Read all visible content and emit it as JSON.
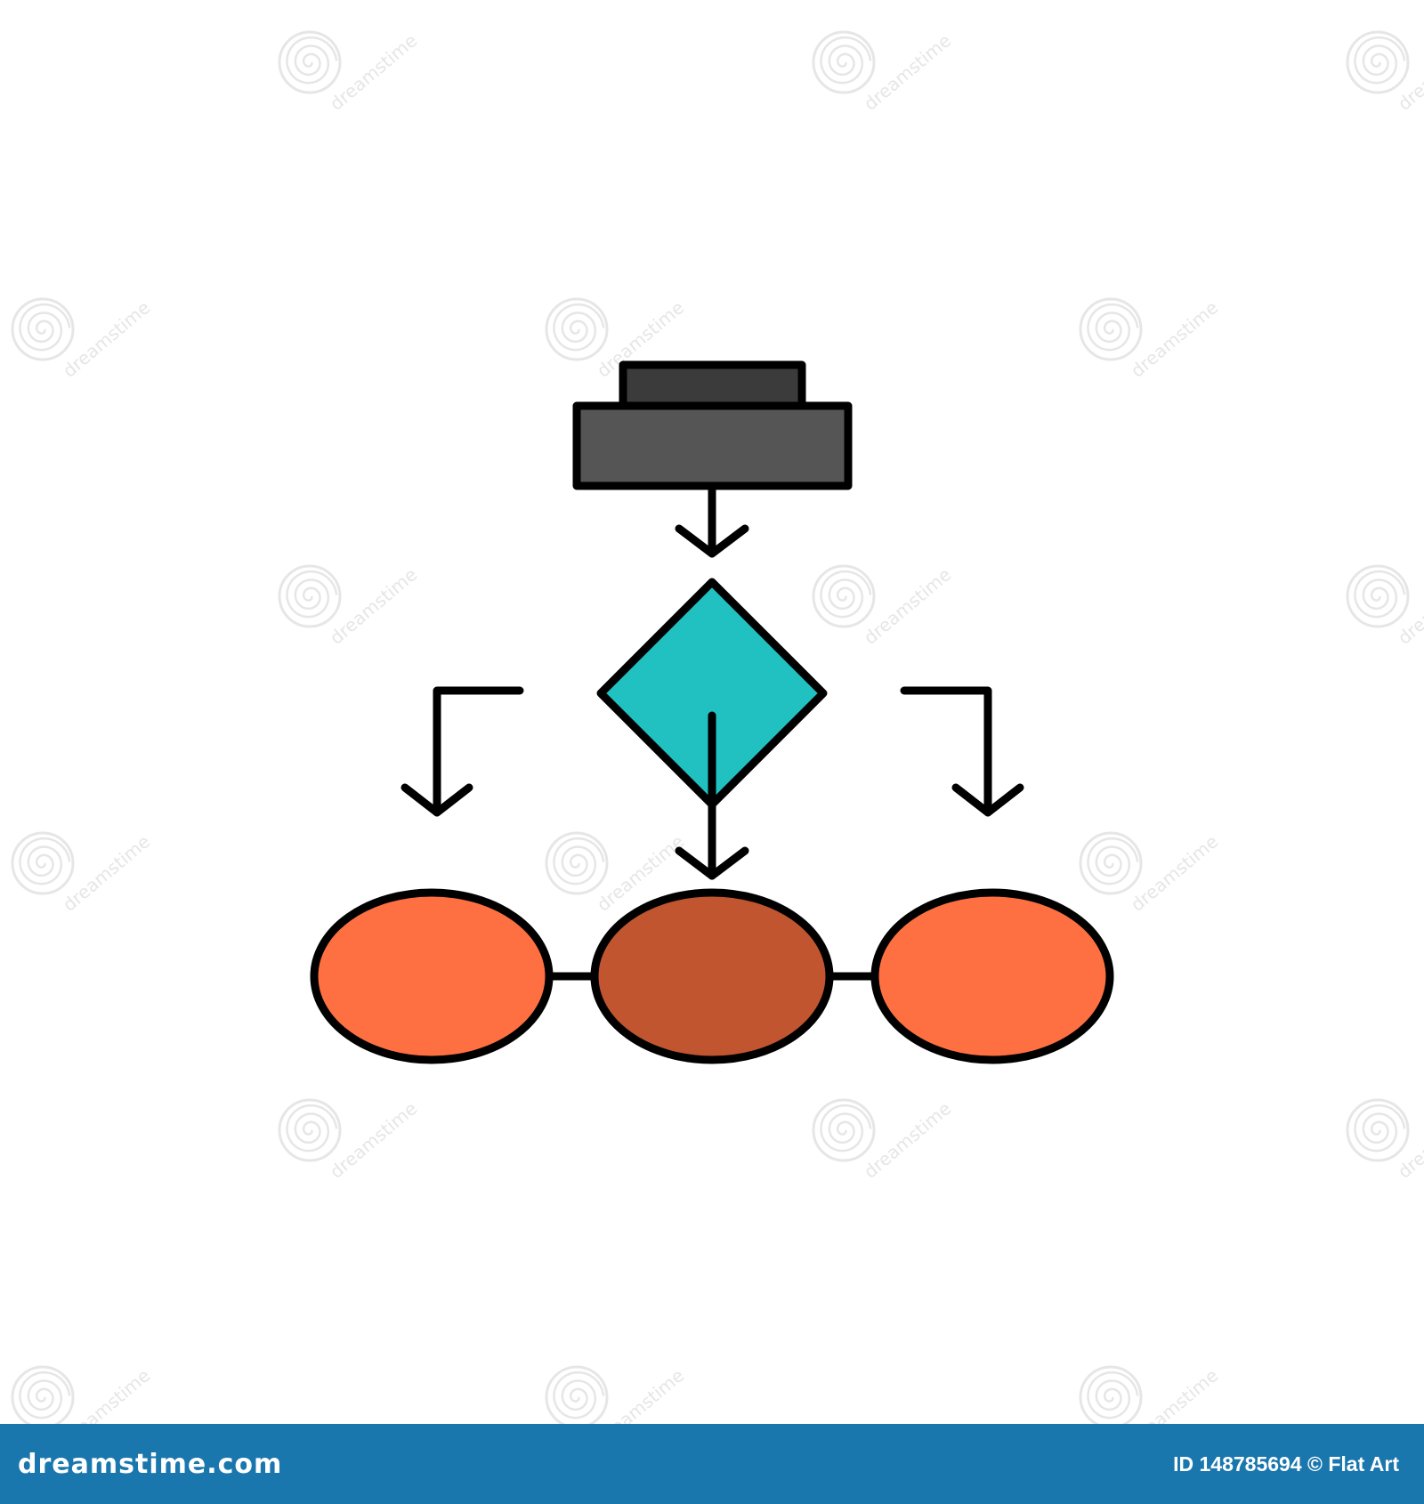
{
  "colors": {
    "background": "#ffffff",
    "outline": "#000000",
    "header_top": "#3b3b3b",
    "header_bottom": "#555555",
    "decision": "#21c1c1",
    "ellipse_side": "#fe7041",
    "ellipse_center": "#c1552f",
    "footer": "#1a77ae",
    "watermark": "#e6e6e6"
  },
  "icons": {
    "main": "algorithm-flowchart-icon",
    "watermark": "spiral-logo-icon"
  },
  "watermark": {
    "text": "dreamstime"
  },
  "footer": {
    "brand": "dreamstime.com",
    "credit": "ID 148785694 © Flat Art"
  }
}
